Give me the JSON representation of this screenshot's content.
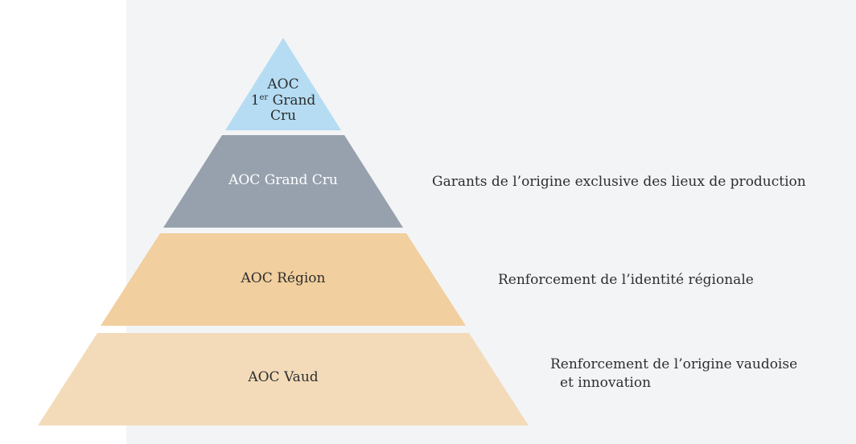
{
  "colors": {
    "panel_bg": "#f3f4f6",
    "tier_top": "#b5dcf3",
    "tier_second": "#97a1ae",
    "tier_third": "#f1cf9e",
    "tier_base": "#f3dbba",
    "text_dark": "#2e2e2e",
    "text_light": "#ffffff"
  },
  "tiers": [
    {
      "line1": "AOC",
      "line2_main": "1",
      "line2_sup": "er",
      "line2_rest": " Grand",
      "line3": "Cru"
    },
    {
      "label": "AOC Grand Cru"
    },
    {
      "label": "AOC Région"
    },
    {
      "label": "AOC Vaud"
    }
  ],
  "descriptions": {
    "grand_cru": "Garants de l’origine exclusive des lieux de production",
    "region": "Renforcement de l’identité régionale",
    "vaud_line1": "Renforcement de l’origine vaudoise",
    "vaud_line2": "et innovation"
  }
}
